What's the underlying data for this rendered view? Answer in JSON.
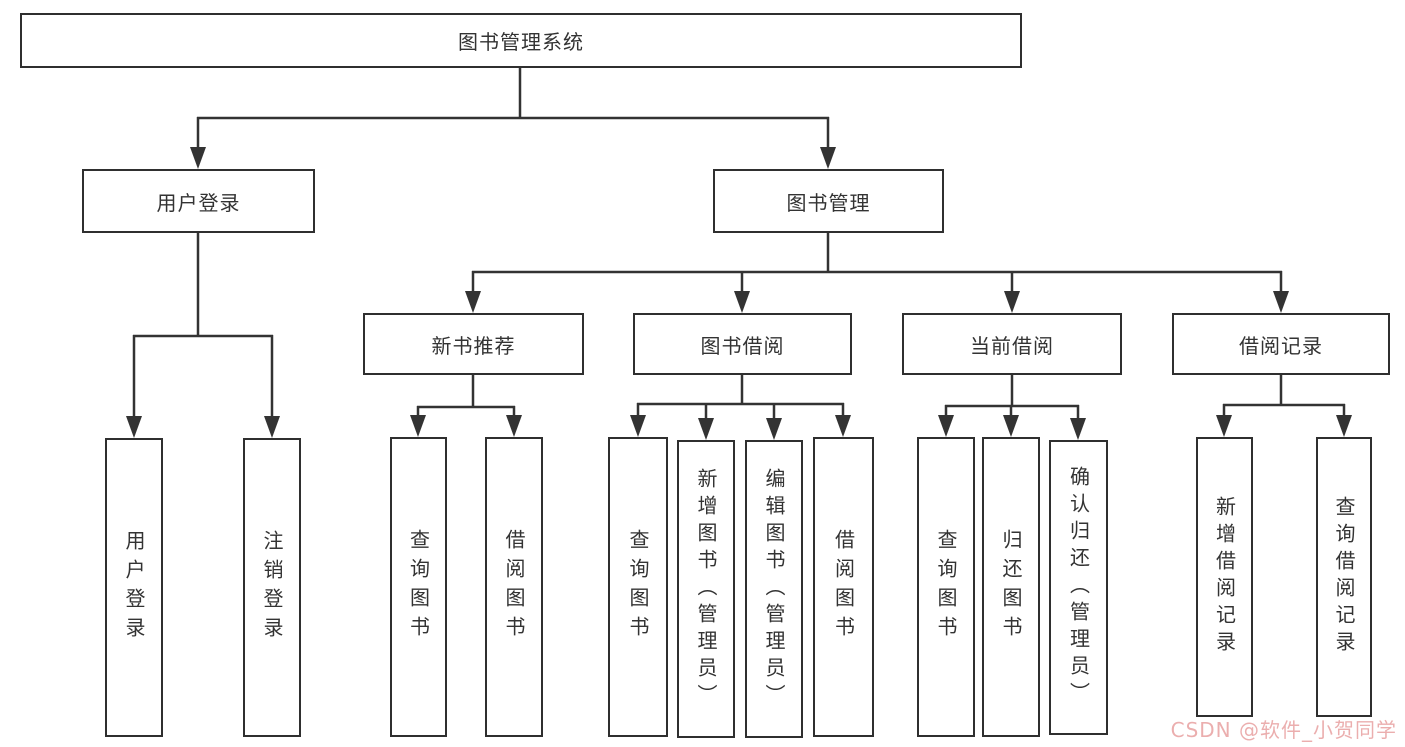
{
  "diagram_title": "图书管理系统",
  "tree": {
    "label": "图书管理系统",
    "children": [
      {
        "label": "用户登录",
        "children": [
          {
            "label": "用户登录"
          },
          {
            "label": "注销登录"
          }
        ]
      },
      {
        "label": "图书管理",
        "children": [
          {
            "label": "新书推荐",
            "children": [
              {
                "label": "查询图书"
              },
              {
                "label": "借阅图书"
              }
            ]
          },
          {
            "label": "图书借阅",
            "children": [
              {
                "label": "查询图书"
              },
              {
                "label": "新增图书（管理员）"
              },
              {
                "label": "编辑图书（管理员）"
              },
              {
                "label": "借阅图书"
              }
            ]
          },
          {
            "label": "当前借阅",
            "children": [
              {
                "label": "查询图书"
              },
              {
                "label": "归还图书"
              },
              {
                "label": "确认归还（管理员）"
              }
            ]
          },
          {
            "label": "借阅记录",
            "children": [
              {
                "label": "新增借阅记录"
              },
              {
                "label": "查询借阅记录"
              }
            ]
          }
        ]
      }
    ]
  },
  "watermark": {
    "text": "CSDN @软件_小贺同学"
  },
  "colors": {
    "line": "#333333",
    "box_border": "#2f2f2f",
    "text": "#333333",
    "background": "#ffffff",
    "watermark": "#de7d7d"
  }
}
